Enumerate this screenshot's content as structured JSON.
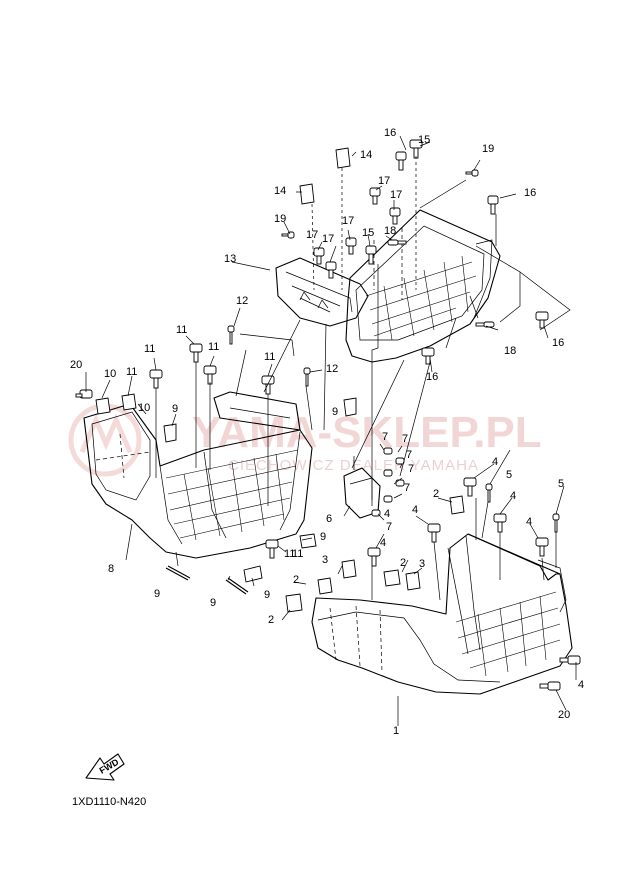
{
  "watermark": {
    "main": "YAMA-SKLEP.PL",
    "sub": "CIECHOWICZ DEALER YAMAHA"
  },
  "diagram_code": "1XD1110-N420",
  "fwd_label": "FWD",
  "callouts": [
    {
      "id": "c1",
      "label": "1"
    },
    {
      "id": "c2a",
      "label": "2"
    },
    {
      "id": "c2b",
      "label": "2"
    },
    {
      "id": "c2c",
      "label": "2"
    },
    {
      "id": "c2d",
      "label": "2"
    },
    {
      "id": "c3a",
      "label": "3"
    },
    {
      "id": "c3b",
      "label": "3"
    },
    {
      "id": "c4a",
      "label": "4"
    },
    {
      "id": "c4b",
      "label": "4"
    },
    {
      "id": "c4c",
      "label": "4"
    },
    {
      "id": "c4d",
      "label": "4"
    },
    {
      "id": "c4e",
      "label": "4"
    },
    {
      "id": "c4f",
      "label": "4"
    },
    {
      "id": "c4g",
      "label": "4"
    },
    {
      "id": "c5a",
      "label": "5"
    },
    {
      "id": "c5b",
      "label": "5"
    },
    {
      "id": "c6",
      "label": "6"
    },
    {
      "id": "c7a",
      "label": "7"
    },
    {
      "id": "c7b",
      "label": "7"
    },
    {
      "id": "c7c",
      "label": "7"
    },
    {
      "id": "c7d",
      "label": "7"
    },
    {
      "id": "c7e",
      "label": "7"
    },
    {
      "id": "c7f",
      "label": "7"
    },
    {
      "id": "c8",
      "label": "8"
    },
    {
      "id": "c9a",
      "label": "9"
    },
    {
      "id": "c9b",
      "label": "9"
    },
    {
      "id": "c9c",
      "label": "9"
    },
    {
      "id": "c9d",
      "label": "9"
    },
    {
      "id": "c9e",
      "label": "9"
    },
    {
      "id": "c9f",
      "label": "9"
    },
    {
      "id": "c10a",
      "label": "10"
    },
    {
      "id": "c10b",
      "label": "10"
    },
    {
      "id": "c11a",
      "label": "11"
    },
    {
      "id": "c11b",
      "label": "11"
    },
    {
      "id": "c11c",
      "label": "11"
    },
    {
      "id": "c11d",
      "label": "11"
    },
    {
      "id": "c11e",
      "label": "11"
    },
    {
      "id": "c11f",
      "label": "11"
    },
    {
      "id": "c11g",
      "label": "11"
    },
    {
      "id": "c12a",
      "label": "12"
    },
    {
      "id": "c12b",
      "label": "12"
    },
    {
      "id": "c13",
      "label": "13"
    },
    {
      "id": "c14a",
      "label": "14"
    },
    {
      "id": "c14b",
      "label": "14"
    },
    {
      "id": "c15a",
      "label": "15"
    },
    {
      "id": "c15b",
      "label": "15"
    },
    {
      "id": "c16a",
      "label": "16"
    },
    {
      "id": "c16b",
      "label": "16"
    },
    {
      "id": "c16c",
      "label": "16"
    },
    {
      "id": "c16d",
      "label": "16"
    },
    {
      "id": "c17a",
      "label": "17"
    },
    {
      "id": "c17b",
      "label": "17"
    },
    {
      "id": "c17c",
      "label": "17"
    },
    {
      "id": "c17d",
      "label": "17"
    },
    {
      "id": "c17e",
      "label": "17"
    },
    {
      "id": "c18a",
      "label": "18"
    },
    {
      "id": "c18b",
      "label": "18"
    },
    {
      "id": "c19a",
      "label": "19"
    },
    {
      "id": "c19b",
      "label": "19"
    },
    {
      "id": "c20a",
      "label": "20"
    },
    {
      "id": "c20b",
      "label": "20"
    }
  ]
}
